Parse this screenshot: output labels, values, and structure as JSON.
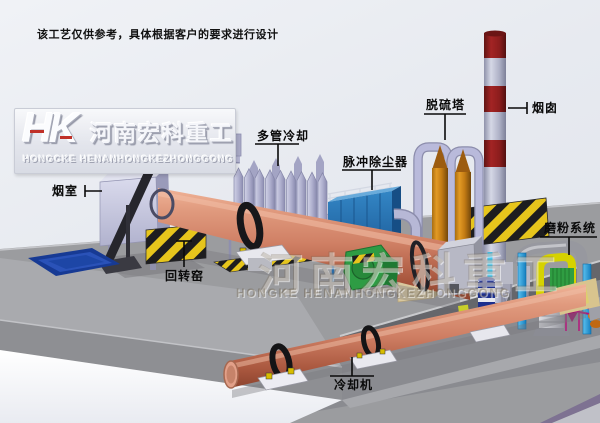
{
  "disclaimer": "该工艺仅供参考，具体根据客户的要求进行设计",
  "logo": {
    "monogram": "HK",
    "company_cn": "河南宏科重工",
    "company_en": "HONGCKE HENANHONGKEZHONGGONG"
  },
  "watermark": {
    "cn": "河南宏科重工",
    "en": "HONGKE HENANHONGKEZHONGGONG"
  },
  "labels": {
    "smoke_chamber": "烟室",
    "rotary_kiln": "回转窑",
    "multi_tube_cooler": "多管冷却",
    "pulse_dust_collector": "脉冲除尘器",
    "desulfurization_tower": "脱硫塔",
    "chimney": "烟囱",
    "grinding_system": "磨粉系统",
    "cooling_machine": "冷却机"
  },
  "colors": {
    "kiln_salmon": "#cf7f64",
    "collector_blue": "#2672b4",
    "tower_orange": "#c37c14",
    "chimney_red": "#8c1d1d",
    "hazard_yellow": "#e6c51c",
    "machine_green": "#2e9c44",
    "cyclone_magenta": "#b5187c",
    "pipe_lavender": "#b4b5d3",
    "ground_gray": "#9b9c9f",
    "platform_blue": "#1b3d9a"
  }
}
